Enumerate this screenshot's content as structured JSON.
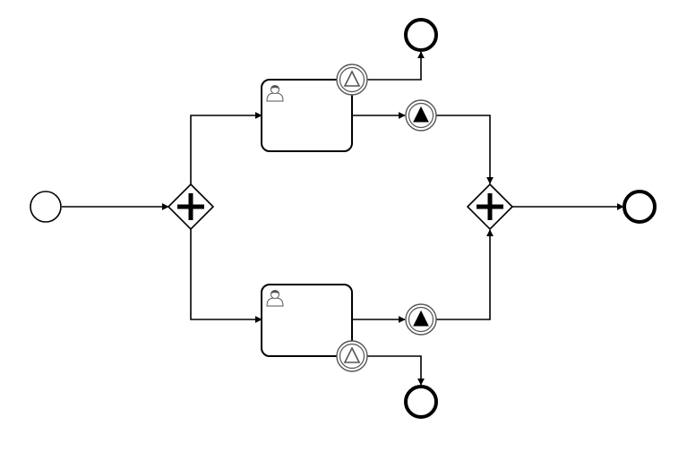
{
  "diagram": {
    "type": "bpmn-process",
    "elements": [
      {
        "id": "start-event",
        "kind": "start-event"
      },
      {
        "id": "split-gateway",
        "kind": "parallel-gateway"
      },
      {
        "id": "user-task-top",
        "kind": "user-task"
      },
      {
        "id": "user-task-bottom",
        "kind": "user-task"
      },
      {
        "id": "boundary-escalation-top",
        "kind": "boundary-escalation-event",
        "attached_to": "user-task-top"
      },
      {
        "id": "boundary-escalation-bottom",
        "kind": "boundary-escalation-event",
        "attached_to": "user-task-bottom"
      },
      {
        "id": "escalation-throw-top",
        "kind": "intermediate-throw-escalation-event"
      },
      {
        "id": "escalation-throw-bottom",
        "kind": "intermediate-throw-escalation-event"
      },
      {
        "id": "join-gateway",
        "kind": "parallel-gateway"
      },
      {
        "id": "end-event-main",
        "kind": "end-event"
      },
      {
        "id": "end-event-top",
        "kind": "end-event"
      },
      {
        "id": "end-event-bottom",
        "kind": "end-event"
      }
    ],
    "flows": [
      {
        "from": "start-event",
        "to": "split-gateway"
      },
      {
        "from": "split-gateway",
        "to": "user-task-top"
      },
      {
        "from": "split-gateway",
        "to": "user-task-bottom"
      },
      {
        "from": "user-task-top",
        "to": "escalation-throw-top"
      },
      {
        "from": "user-task-bottom",
        "to": "escalation-throw-bottom"
      },
      {
        "from": "escalation-throw-top",
        "to": "join-gateway"
      },
      {
        "from": "escalation-throw-bottom",
        "to": "join-gateway"
      },
      {
        "from": "join-gateway",
        "to": "end-event-main"
      },
      {
        "from": "boundary-escalation-top",
        "to": "end-event-top"
      },
      {
        "from": "boundary-escalation-bottom",
        "to": "end-event-bottom"
      }
    ]
  }
}
